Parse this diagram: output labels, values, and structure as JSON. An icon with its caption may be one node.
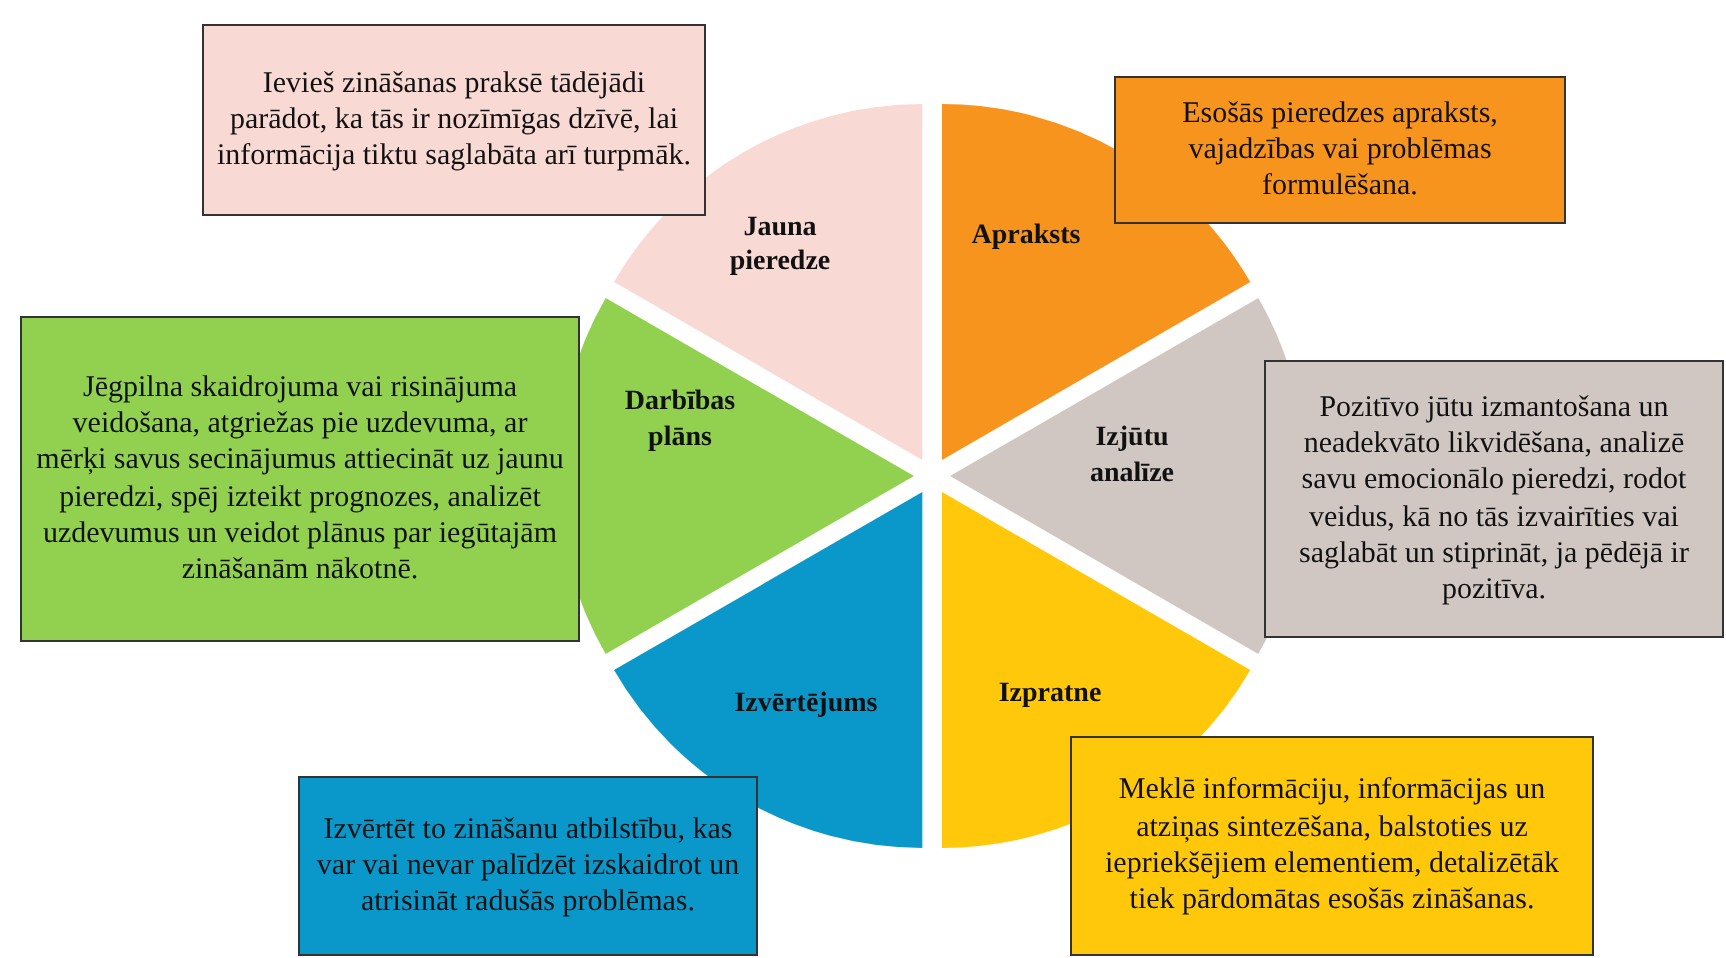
{
  "diagram": {
    "nodes": [
      {
        "text": [
          "Ievieš zināšanas praksē tādējādi parādot, ka tās ir nozīmīgas dzīvē, lai informācija tiktu saglabāta arī turpmāk."
        ]
      },
      {
        "text": [
          "Jauna pieredze"
        ]
      },
      {
        "text": [
          "Apraksts"
        ]
      },
      {
        "text": [
          "Esošās pieredzes apraksts, vajadzības vai problēmas formulēšana."
        ]
      },
      {
        "text": [
          "Jēgpilna skaidrojuma vai risinājuma veidošana, atgriežas pie uzdevuma, ar mērķi savus secinājumus attiecināt uz jaunu pieredzi, spēj izteikt prognozes, analizēt uzdevumus un veidot plānus par iegūtajām zināšanām nākotnē."
        ]
      },
      {
        "text": [
          "Darbības plāns"
        ]
      },
      {
        "text": [
          "Izjūtu analīze"
        ]
      },
      {
        "text": [
          "Pozitīvo jūtu izmantošana un neadekvāto likvidēšana, analizē savu emocionālo pieredzi, rodot veidus, kā no tās izvairīties vai saglabāt un stiprināt, ja pēdējā ir pozitīva."
        ]
      },
      {
        "text": [
          "Izvērtējums"
        ]
      },
      {
        "text": [
          "Izpratne"
        ]
      },
      {
        "text": [
          "Meklē informāciju, informācijas un atziņas sintezēšana, balstoties uz iepriekšējiem elementiem, detalizētāk tiek pārdomātas esošās zināšanas."
        ]
      },
      {
        "text": [
          "Izvērtēt to zināšanu atbilstību, kas var vai nevar palīdzēt izskaidrot un atrisināt radušās problēmas."
        ]
      }
    ]
  }
}
